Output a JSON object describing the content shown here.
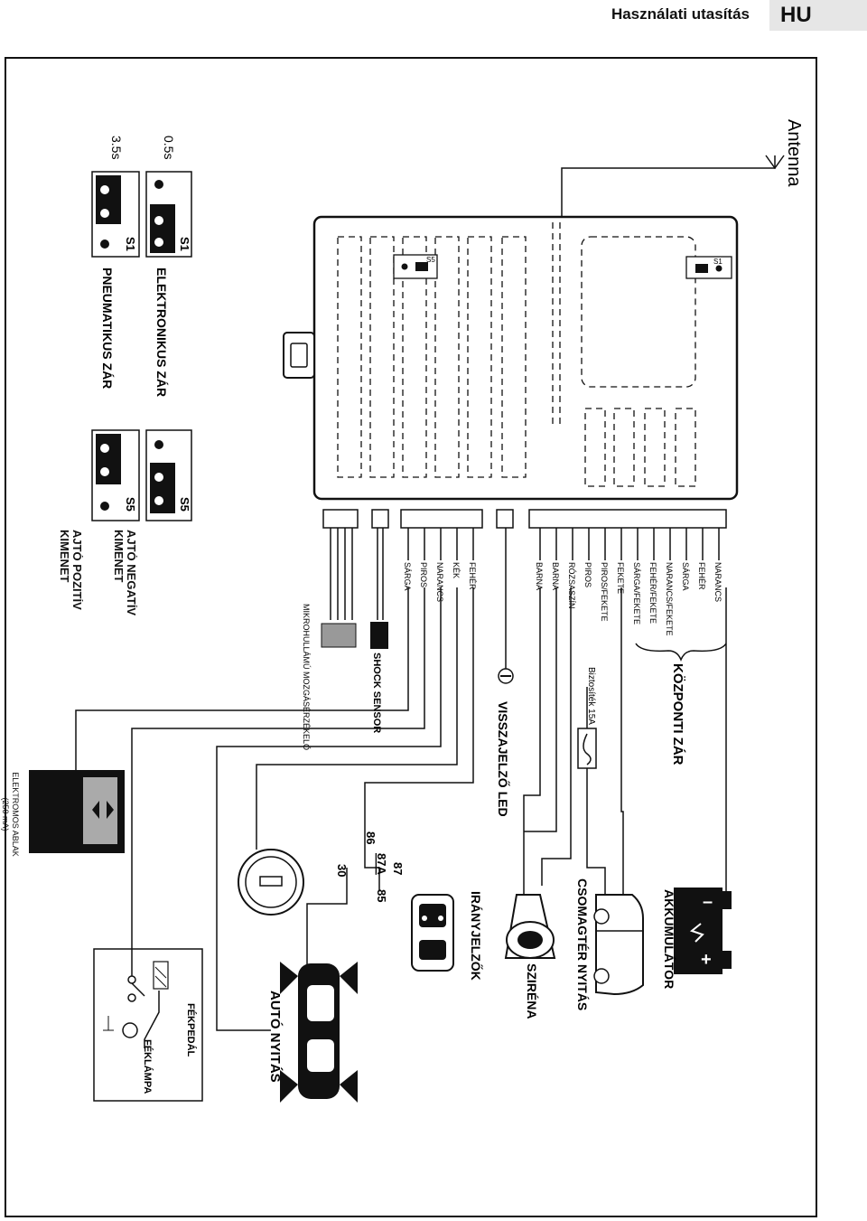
{
  "header": {
    "title": "Használati utasítás",
    "language": "HU"
  },
  "antenna": {
    "label": "Antenna"
  },
  "unit": {
    "s5_label": "S5",
    "s1_label": "S1"
  },
  "jumpers": {
    "s1_label": "S1",
    "s5_label": "S5",
    "time_short": "0.5s",
    "time_long": "3.5s",
    "electronic_lock": "ELEKTRONIKUS ZÁR",
    "pneumatic_lock": "PNEUMATIKUS ZÁR",
    "door_negative": "AJTÓ NEGATÍV KIMENET",
    "door_positive": "AJTÓ POZITÍV KIMENET"
  },
  "wires": {
    "microwave": "MIKROHULLÁMÚ MOZGÁSÉRZÉKELŐ",
    "shock": "SHOCK SENSOR",
    "group_a": [
      "SÁRGA",
      "PIROS",
      "NARANCS",
      "KÉK",
      "FEHÉR"
    ],
    "group_b": [
      "BARNA",
      "BARNA",
      "RÓZSASZÍN",
      "PIROS",
      "PIROS/FEKETE",
      "FEKETE",
      "SÁRGA/FEKETE",
      "FEHÉR/FEKETE",
      "NARANCS/FEKETE",
      "SÁRGA",
      "FEHÉR",
      "NARANCS"
    ]
  },
  "labels": {
    "central_lock": "KÖZPONTI ZÁR",
    "fuse": "Biztosíték 15A",
    "led": "VISSZAJELZŐ LED",
    "battery": "AKKUMULÁTOR",
    "trunk": "CSOMAGTÉR NYITÁS",
    "siren": "SZIRÉNA",
    "indicators": "IRÁNYJELZŐK",
    "car_open": "AUTÓ NYITÁS",
    "window": "ELEKTROMOS ABLAK (250 mA)",
    "brake_pedal": "FÉKPEDÁL",
    "brake_lamp": "FÉKLÁMPA",
    "relay_86": "86",
    "relay_87": "87",
    "relay_87a": "87A",
    "relay_85": "85",
    "relay_30": "30",
    "battery_minus": "–",
    "battery_plus": "+"
  }
}
